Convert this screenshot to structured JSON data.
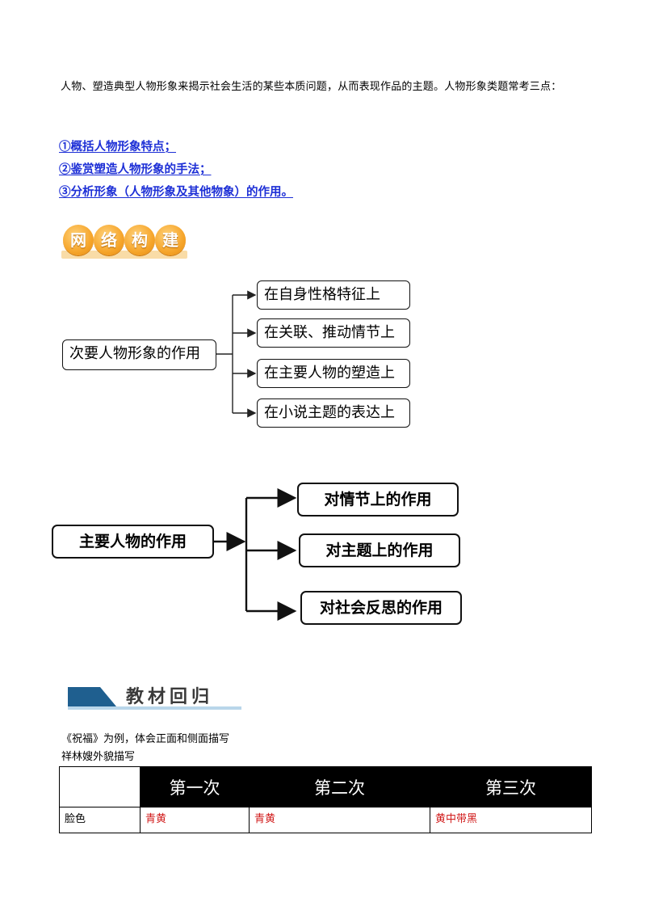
{
  "intro": "人物、塑造典型人物形象来揭示社会生活的某些本质问题，从而表现作品的主题。人物形象类题常考三点：",
  "points": [
    "①概括人物形象特点；",
    "②鉴赏塑造人物形象的手法；",
    "③分析形象（人物形象及其他物象）的作用。"
  ],
  "section1": {
    "chars": [
      "网",
      "络",
      "构",
      "建"
    ]
  },
  "diagram1": {
    "root": "次要人物形象的作用",
    "branches": [
      "在自身性格特征上",
      "在关联、推动情节上",
      "在主要人物的塑造上",
      "在小说主题的表达上"
    ]
  },
  "diagram2": {
    "root": "主要人物的作用",
    "branches": [
      "对情节上的作用",
      "对主题上的作用",
      "对社会反思的作用"
    ]
  },
  "section2": {
    "title": "教材回归"
  },
  "captions": [
    "《祝福》为例，体会正面和侧面描写",
    "祥林嫂外貌描写"
  ],
  "table": {
    "headers": [
      "",
      "第一次",
      "第二次",
      "第三次"
    ],
    "rows": [
      {
        "label": "脸色",
        "values": [
          "青黄",
          "青黄",
          "黄中带黑"
        ]
      }
    ]
  },
  "colors": {
    "link_blue": "#1d2fd6",
    "badge_orange": "#f6a52b",
    "answer_red": "#d11a1a",
    "section_blue": "#1f5f8f"
  }
}
